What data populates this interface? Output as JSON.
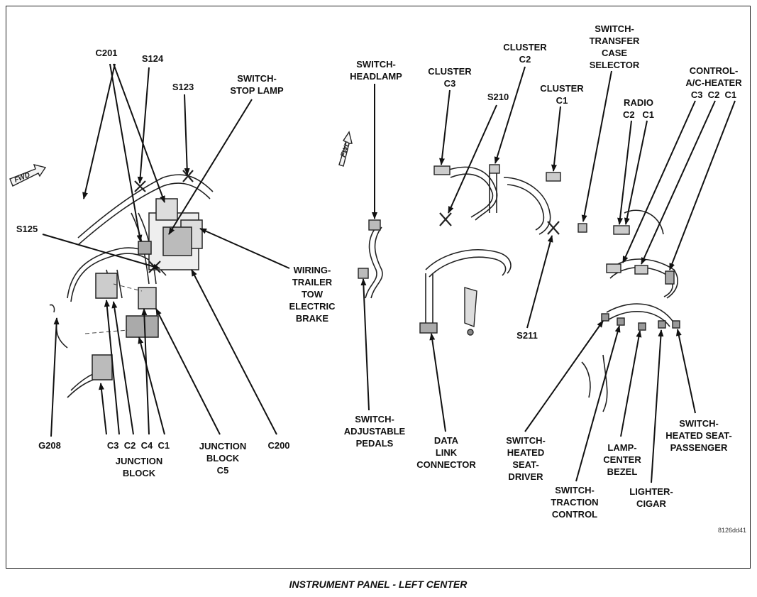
{
  "caption": "INSTRUMENT PANEL - LEFT CENTER",
  "figure_ref": "8126dd41",
  "fwd_label": "FWD",
  "labels": {
    "c201": "C201",
    "s124": "S124",
    "s123": "S123",
    "switch_stop_lamp": "SWITCH-\nSTOP LAMP",
    "s125": "S125",
    "wiring_trailer_tow": "WIRING-\nTRAILER\nTOW\nELECTRIC\nBRAKE",
    "g208": "G208",
    "jb_connectors": "C3  C2  C4  C1",
    "junction_block": "JUNCTION\nBLOCK",
    "junction_block_c5": "JUNCTION\nBLOCK\nC5",
    "c200": "C200",
    "switch_headlamp": "SWITCH-\nHEADLAMP",
    "cluster_c3": "CLUSTER\nC3",
    "cluster_c2": "CLUSTER\nC2",
    "s210": "S210",
    "cluster_c1": "CLUSTER\nC1",
    "switch_transfer_case": "SWITCH-\nTRANSFER\nCASE\nSELECTOR",
    "radio": "RADIO\nC2   C1",
    "control_ac_heater": "CONTROL-\nA/C-HEATER\nC3  C2  C1",
    "switch_adjustable_pedals": "SWITCH-\nADJUSTABLE\nPEDALS",
    "data_link_connector": "DATA\nLINK\nCONNECTOR",
    "s211": "S211",
    "switch_heated_seat_driver": "SWITCH-\nHEATED\nSEAT-\nDRIVER",
    "switch_traction_control": "SWITCH-\nTRACTION\nCONTROL",
    "lamp_center_bezel": "LAMP-\nCENTER\nBEZEL",
    "lighter_cigar": "LIGHTER-\nCIGAR",
    "switch_heated_seat_passenger": "SWITCH-\nHEATED SEAT-\nPASSENGER"
  }
}
